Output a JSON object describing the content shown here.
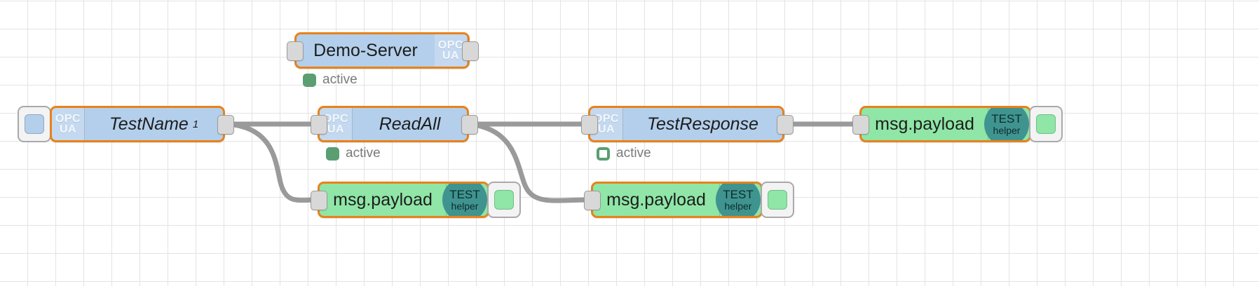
{
  "canvas": {
    "grid_size": 40,
    "grid_color": "#e3e3e3",
    "background": "#ffffff"
  },
  "colors": {
    "selection_border": "#e8821a",
    "opcua_node_fill": "#b4cfeb",
    "debug_node_fill": "#8fe6a6",
    "helper_badge_fill": "#3f9490",
    "status_green": "#5a9e72",
    "wire": "#9a9a9a",
    "port_fill": "#d8d8d8"
  },
  "nodes": [
    {
      "id": "demo-server",
      "type": "opcua-client",
      "label": "Demo-Server",
      "icon_line1": "OPC",
      "icon_line2": "UA",
      "italic": false,
      "status": {
        "text": "active",
        "style": "filled",
        "color": "#5a9e72"
      }
    },
    {
      "id": "testname",
      "type": "opcua-inject",
      "label": "TestName",
      "superscript": "1",
      "icon_line1": "OPC",
      "icon_line2": "UA",
      "italic": true,
      "button": {
        "name": "inject-button",
        "swatch": "#b4cfeb"
      }
    },
    {
      "id": "readall",
      "type": "opcua-client",
      "label": "ReadAll",
      "icon_line1": "OPC",
      "icon_line2": "UA",
      "italic": true,
      "status": {
        "text": "active",
        "style": "filled",
        "color": "#5a9e72"
      }
    },
    {
      "id": "testresponse",
      "type": "opcua-client",
      "label": "TestResponse",
      "icon_line1": "OPC",
      "icon_line2": "UA",
      "italic": true,
      "status": {
        "text": "active",
        "style": "ring",
        "color": "#5a9e72"
      }
    },
    {
      "id": "debug-right",
      "type": "debug",
      "label": "msg.payload",
      "badge_line1": "TEST",
      "badge_line2": "helper",
      "button": {
        "name": "debug-toggle-button",
        "swatch": "#8fe6a6"
      }
    },
    {
      "id": "debug-bottom-left",
      "type": "debug",
      "label": "msg.payload",
      "badge_line1": "TEST",
      "badge_line2": "helper",
      "button": {
        "name": "debug-toggle-button",
        "swatch": "#8fe6a6"
      }
    },
    {
      "id": "debug-bottom-mid",
      "type": "debug",
      "label": "msg.payload",
      "badge_line1": "TEST",
      "badge_line2": "helper",
      "button": {
        "name": "debug-toggle-button",
        "swatch": "#8fe6a6"
      }
    }
  ]
}
